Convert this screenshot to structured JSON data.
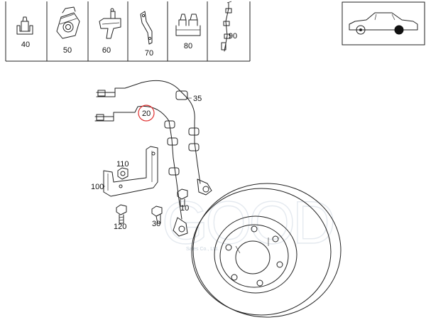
{
  "thumbnails": [
    {
      "id": "thumb-40",
      "label": "40"
    },
    {
      "id": "thumb-50",
      "label": "50"
    },
    {
      "id": "thumb-60",
      "label": "60"
    },
    {
      "id": "thumb-70",
      "label": "70"
    },
    {
      "id": "thumb-80",
      "label": "80"
    },
    {
      "id": "thumb-90",
      "label": "90"
    }
  ],
  "callouts": {
    "c35": "35",
    "c20": "20",
    "c110": "110",
    "c100": "100",
    "c10": "10",
    "c120": "120",
    "c30": "30"
  },
  "highlight": {
    "part": "20",
    "color": "#e03030"
  },
  "vehicle_icon": "car-side-icon",
  "watermark": {
    "logo": "GOOD",
    "subtitle": "Sales Co., Ltd."
  },
  "colors": {
    "line": "#222222",
    "highlight": "#e03030",
    "watermark": "#cfd8e2"
  }
}
